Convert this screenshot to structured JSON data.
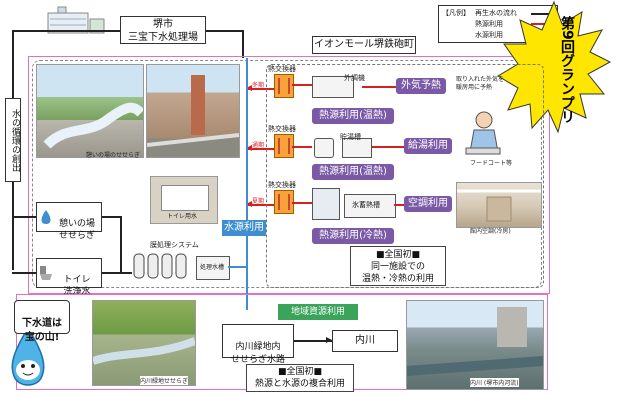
{
  "plant": {
    "name_line1": "堺市",
    "name_line2": "三宝下水処理場"
  },
  "water_loop_label": "水の循環の創出",
  "mall_name": "イオンモール堺鉄砲町",
  "legend": {
    "title": "【凡例】",
    "items": [
      {
        "label": "再生水の流れ",
        "color": "#222222"
      },
      {
        "label": "熱源利用",
        "color": "#d42020"
      },
      {
        "label": "水源利用",
        "color": "#3e8ed0"
      }
    ]
  },
  "grand_prix": "第9回グランプリ",
  "rows": [
    {
      "exchanger": "熱交換器",
      "mode": "冬期",
      "equipment": "外調機",
      "use": "熱源利用(温熱)",
      "purpose": "外気予熱",
      "dest": "取り入れた外気を暖房用に予熱"
    },
    {
      "exchanger": "熱交換器",
      "mode": "通期",
      "equipment": "貯湯槽",
      "use": "熱源利用(温熱)",
      "purpose": "給湯利用",
      "dest": "フードコート等"
    },
    {
      "exchanger": "熱交換器",
      "mode": "夏期",
      "equipment": "氷蓄熱槽",
      "use": "熱源利用(冷熱)",
      "purpose": "空調利用",
      "dest": "館内空調(冷房)"
    }
  ],
  "left_boxes": {
    "seseragi": "憩いの場\nせせらぎ",
    "toilet": "トイレ\n洗浄水"
  },
  "treatment": {
    "system": "膜処理システム",
    "tank": "処理水槽",
    "toilet_sign": "トイレ用水",
    "caption": "憩いの場のせせらぎ"
  },
  "water_source_label": "水源利用",
  "first_in_japan": {
    "line1": "■全国初■",
    "line2": "同一施設での",
    "line3": "温熱・冷熱の利用"
  },
  "regional_label": "地域資源利用",
  "uchikawa": {
    "channel": "内川緑地内\nせせらぎ水路",
    "river": "内川"
  },
  "combined": {
    "line1": "■全国初■",
    "line2": "熱源と水源の複合利用"
  },
  "slogan": "下水道は\n宝の山!",
  "captions": {
    "green_path": "内川緑地せせらぎ",
    "uchikawa_photo": "内川 (堺市内河流)"
  }
}
